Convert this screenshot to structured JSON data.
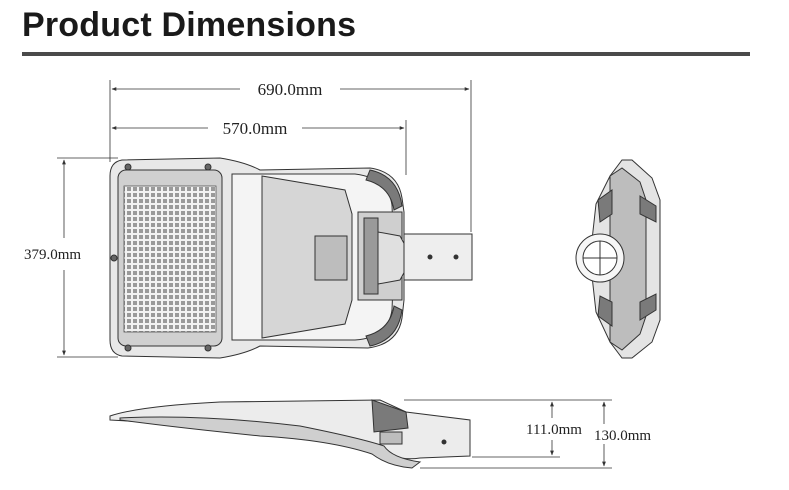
{
  "title": "Product Dimensions",
  "dimensions": {
    "overall_length": "690.0mm",
    "body_length": "570.0mm",
    "width": "379.0mm",
    "body_height": "111.0mm",
    "overall_height": "130.0mm"
  },
  "colors": {
    "rule": "#4a4a4a",
    "line": "#333333",
    "fill_light": "#e6e6e6",
    "fill_mid": "#bdbdbd",
    "fill_dark": "#7a7a7a"
  }
}
